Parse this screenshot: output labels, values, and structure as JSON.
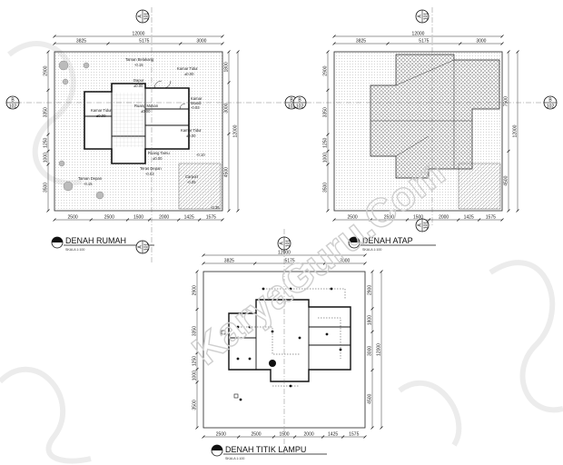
{
  "watermark": {
    "text": "KaryaGuru.Com",
    "color": "#c8c8c8"
  },
  "colors": {
    "line": "#222222",
    "hatch": "#9a9a9a",
    "roof": "#8a8a8a",
    "paper": "#ffffff"
  },
  "plans": {
    "denah_rumah": {
      "title": "DENAH RUMAH",
      "scale": "SKALA 1:100",
      "dims_top_total": "12000",
      "dims_top": [
        "3825",
        "5175",
        "3000"
      ],
      "dims_left": [
        "2900",
        "3350",
        "1250",
        "1000",
        "3500"
      ],
      "dims_right": [
        "1800",
        "3000",
        "4500"
      ],
      "dims_right_total": "12000",
      "dims_bottom": [
        "2500",
        "2500",
        "1500",
        "2000",
        "1425",
        "1575"
      ],
      "rooms": {
        "taman_belakang": "Taman Belakang",
        "taman_belakang_lvl": "-0.15",
        "kamar_tidur_1": "Kamar Tidur",
        "kamar_tidur_1_lvl": "±0.00",
        "dapur": "Dapur",
        "dapur_lvl": "±0.00",
        "kamar_mandi": "Kamar",
        "kamar_mandi2": "Mandi",
        "kamar_mandi_lvl": "-0.03",
        "kamar_tidur_2": "Kamar Tidur",
        "kamar_tidur_2_lvl": "±0.00",
        "ruang_makan": "Ruang Makan",
        "ruang_makan_lvl": "±0.00",
        "kamar_tidur_3": "Kamar Tidur",
        "kamar_tidur_3_lvl": "±0.00",
        "ruang_tamu": "Ruang Tamu",
        "ruang_tamu_lvl": "±0.00",
        "lvl_010": "-0.10",
        "teras_depan": "Teras Depan",
        "teras_depan_lvl": "-0.03",
        "carport": "Carport",
        "carport_lvl": "-0.25",
        "taman_depan": "Taman Depan",
        "taman_depan_lvl": "-0.15",
        "lvl_035": "-0.35"
      }
    },
    "denah_atap": {
      "title": "DENAH ATAP",
      "scale": "SKALA 1:100",
      "dims_top_total": "12000",
      "dims_top": [
        "3825",
        "5175",
        "3000"
      ],
      "dims_left": [
        "2900",
        "3350",
        "1250",
        "1000",
        "3500"
      ],
      "dims_right": [
        "7500",
        "4500"
      ],
      "dims_right_total": "12000",
      "dims_bottom": [
        "2500",
        "2500",
        "1500",
        "2000",
        "1425",
        "1575"
      ]
    },
    "denah_titik_lampu": {
      "title": "DENAH TITIK LAMPU",
      "scale": "SKALA 1:100",
      "dims_top_total": "12000",
      "dims_top": [
        "3825",
        "5175",
        "3000"
      ],
      "dims_left": [
        "2900",
        "3350",
        "1250",
        "1000",
        "3500"
      ],
      "dims_right": [
        "2900",
        "1800",
        "3000",
        "4500"
      ],
      "dims_right_total": "12000",
      "dims_bottom": [
        "2500",
        "2500",
        "1500",
        "2000",
        "1425",
        "1575"
      ]
    }
  },
  "section_markers": {
    "a_top": {
      "letter": "A",
      "code": "101"
    },
    "b_side": {
      "letter": "B",
      "code": "102"
    }
  }
}
